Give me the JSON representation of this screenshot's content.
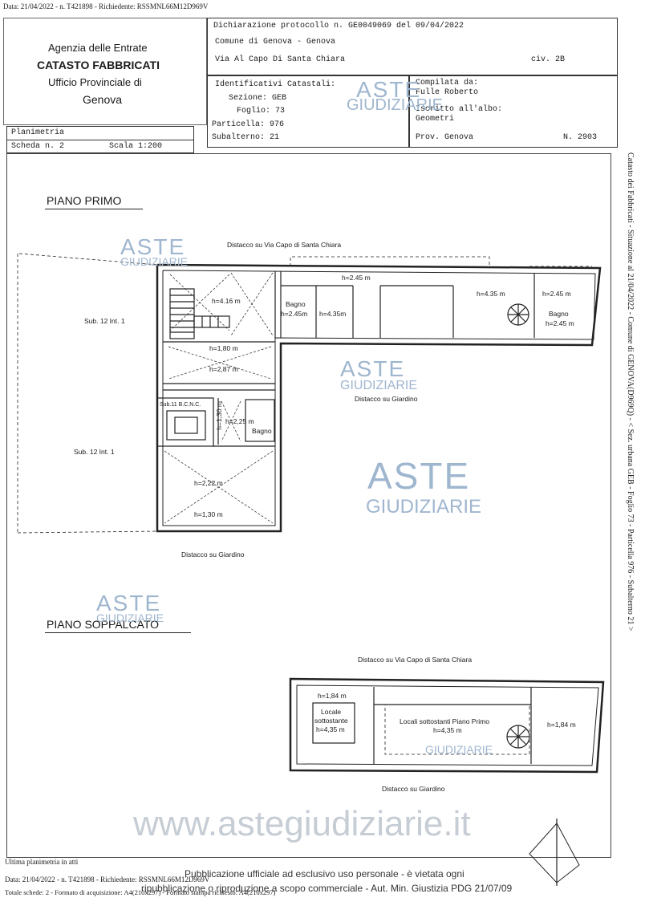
{
  "top_stamp": "Data: 21/04/2022 - n. T421898 - Richiedente: RSSMNL66M12D969V",
  "header": {
    "agency_line1": "Agenzia delle Entrate",
    "agency_line2": "CATASTO FABBRICATI",
    "agency_line3": "Ufficio Provinciale di",
    "agency_line4": "Genova",
    "protocol": "Dichiarazione protocollo n. GE0049069 del  09/04/2022",
    "comune": "Comune di Genova - Genova",
    "via": "Via Al Capo Di Santa Chiara",
    "civ": "civ. 2B",
    "ident_title": "Identificativi Catastali:",
    "sezione": "Sezione: GEB",
    "foglio": "Foglio: 73",
    "particella": "Particella: 976",
    "subalterno": "Subalterno: 21",
    "compilata": "Compilata da:",
    "compilatore": "Fulle Roberto",
    "iscritto": "Iscritto all'albo:",
    "albo": "Geometri",
    "prov": "Prov. Genova",
    "numero": "N. 2903",
    "planimetria": "Planimetria",
    "scheda": "Scheda n. 2",
    "scala": "Scala 1:200"
  },
  "plan": {
    "piano_primo": "PIANO PRIMO",
    "piano_soppalcato": "PIANO SOPPALCATO",
    "distacco_via_top": "Distacco su Via Capo di Santa Chiara",
    "distacco_giardino_1": "Distacco su Giardino",
    "distacco_giardino_2": "Distacco su Giardino",
    "distacco_via_2": "Distacco su Via Capo di Santa Chiara",
    "distacco_giardino_3": "Distacco su Giardino",
    "sub12_a": "Sub. 12 Int. 1",
    "sub12_b": "Sub. 12 Int. 1",
    "sub11": "Sub.11 B.C.N.C.",
    "h_416": "h=4.16 m",
    "h_245_top": "h=2.45 m",
    "bagno_1": "Bagno",
    "h_245_bagno": "h=2.45m",
    "h_435_a": "h=4.35m",
    "h_435_b": "h=4.35 m",
    "h_245_c": "h=2.45 m",
    "bagno_2": "Bagno",
    "h_245_d": "h=2.45 m",
    "h_180": "h=1,80 m",
    "h_287": "h=2,87 m",
    "h_130_v": "h=1,30 m",
    "h_225": "h=2,25 m",
    "bagno_3": "Bagno",
    "h_222": "h=2,22 m",
    "h_130": "h=1,30 m",
    "h_184_a": "h=1,84 m",
    "locale_1": "Locale",
    "locale_2": "sottostante",
    "h_435_loc": "h=4,35 m",
    "locali_sott": "Locali sottostanti Piano Primo",
    "h_435_c": "h=4,35 m",
    "h_184_b": "h=1,84 m"
  },
  "side_text": "Catasto dei Fabbricati - Situazione al 21/04/2022 - Comune di GENOVA(D969Q) - < Sez. urbana GEB - Foglio 73 - Particella 976 - Subalterno 21 >",
  "watermarks": {
    "aste": "ASTE",
    "giudiziarie": "GIUDIZIARIE",
    "site": "www.astegiudiziarie.it"
  },
  "footer": {
    "ultima": "Ultima planimetria in atti",
    "data_line": "Data: 21/04/2022 - n. T421898 - Richiedente: RSSMNL66M12D969V",
    "totale": "Totale schede: 2 - Formato di acquisizione: A4(210x297) - Formato stampa richiesto: A4(210x297)",
    "pub1": "Pubblicazione ufficiale ad esclusivo uso personale - è vietata ogni",
    "pub2": "ripubblicazione o riproduzione a scopo commerciale - Aut. Min. Giustizia PDG 21/07/09"
  }
}
